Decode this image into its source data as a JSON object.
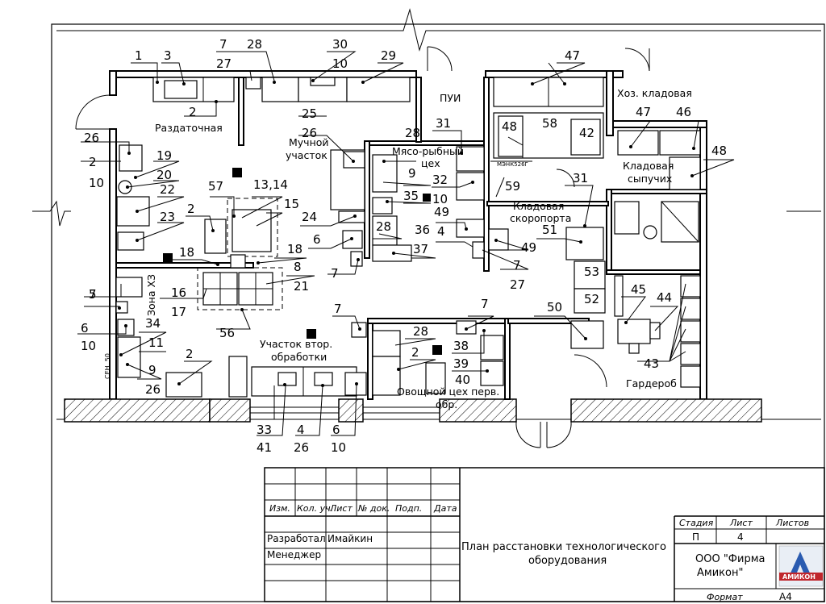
{
  "rooms": {
    "razdatochnaya": "Раздаточная",
    "pui": "ПУИ",
    "hoz_kladovaya": "Хоз. кладовая",
    "muchnoy_1": "Мучной",
    "muchnoy_2": "участок",
    "myaso_1": "Мясо-рыбный",
    "myaso_2": "цех",
    "skoroporta_1": "Кладовая",
    "skoroporta_2": "скоропорта",
    "sypuchih_1": "Кладовая",
    "sypuchih_2": "сыпучих",
    "zona": "Зона ХЗ",
    "vtor_1": "Участок втор.",
    "vtor_2": "обработки",
    "ovoshnoy_1": "Овощной цех перв.",
    "ovoshnoy_2": "обр.",
    "garderob": "Гардероб",
    "small_vertical": "СЕН. 50",
    "small_label": "МЭНК526Г"
  },
  "labels": [
    "1",
    "3",
    "7",
    "27",
    "28",
    "30",
    "10",
    "29",
    "47",
    "2",
    "26",
    "2",
    "10",
    "19",
    "20",
    "22",
    "25",
    "26",
    "31",
    "48",
    "58",
    "42",
    "47",
    "46",
    "48",
    "28",
    "9",
    "32",
    "35",
    "10",
    "57",
    "13,14",
    "15",
    "2",
    "23",
    "24",
    "6",
    "28",
    "49",
    "4",
    "36",
    "37",
    "31",
    "59",
    "51",
    "18",
    "18",
    "8",
    "21",
    "7",
    "49",
    "7",
    "27",
    "53",
    "52",
    "5",
    "7",
    "16",
    "17",
    "6",
    "10",
    "34",
    "11",
    "9",
    "26",
    "56",
    "7",
    "28",
    "2",
    "38",
    "39",
    "40",
    "7",
    "50",
    "45",
    "44",
    "2",
    "43",
    "33",
    "41",
    "4",
    "26",
    "6",
    "10"
  ],
  "title_block": {
    "headers": [
      "Изм.",
      "Кол. уч.",
      "Лист",
      "№ док.",
      "Подп.",
      "Дата"
    ],
    "developed_label": "Разработал",
    "developed_name": "Имайкин",
    "manager_label": "Менеджер",
    "drawing_title_1": "План расстановки технологического",
    "drawing_title_2": "оборудования",
    "stage_header": "Стадия",
    "sheet_header": "Лист",
    "sheets_header": "Листов",
    "stage_value": "П",
    "sheet_value": "4",
    "sheets_value": "",
    "company_1": "ООО \"Фирма",
    "company_2": "Амикон\"",
    "logo_text": "АМИКОН",
    "format_label": "Формат",
    "format_value": "А4"
  }
}
